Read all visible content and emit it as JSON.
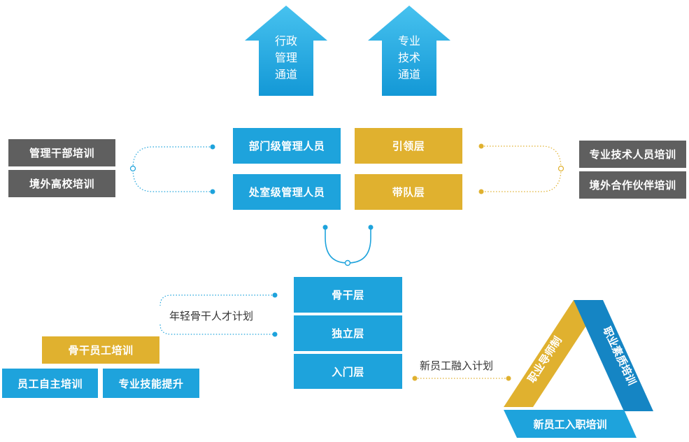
{
  "arrows": {
    "admin": [
      "行政",
      "管理",
      "通道"
    ],
    "tech": [
      "专业",
      "技术",
      "通道"
    ]
  },
  "management": {
    "dept_manager": "部门级管理人员",
    "section_manager": "处室级管理人员"
  },
  "technical": {
    "leader_layer": "引领层",
    "team_lead_layer": "带队层"
  },
  "left_training": {
    "cadre": "管理干部培训",
    "overseas_university": "境外高校培训"
  },
  "right_training": {
    "professional_tech": "专业技术人员培训",
    "overseas_partner": "境外合作伙伴培训"
  },
  "levels": {
    "backbone": "骨干层",
    "independent": "独立层",
    "entry": "入门层"
  },
  "programs": {
    "young_backbone": "年轻骨干人才计划",
    "new_staff": "新员工融入计划"
  },
  "bottom_left": {
    "backbone_training": "骨干员工培训",
    "self_training": "员工自主培训",
    "skill_upgrade": "专业技能提升"
  },
  "triangle": {
    "left": "职业导师制",
    "right": "职业素质培训",
    "bottom": "新员工入职培训"
  },
  "colors": {
    "blue": "#1ea3dc",
    "gold": "#e0b12f",
    "gray": "#5f5f5f",
    "dark_blue": "#1585c4"
  }
}
